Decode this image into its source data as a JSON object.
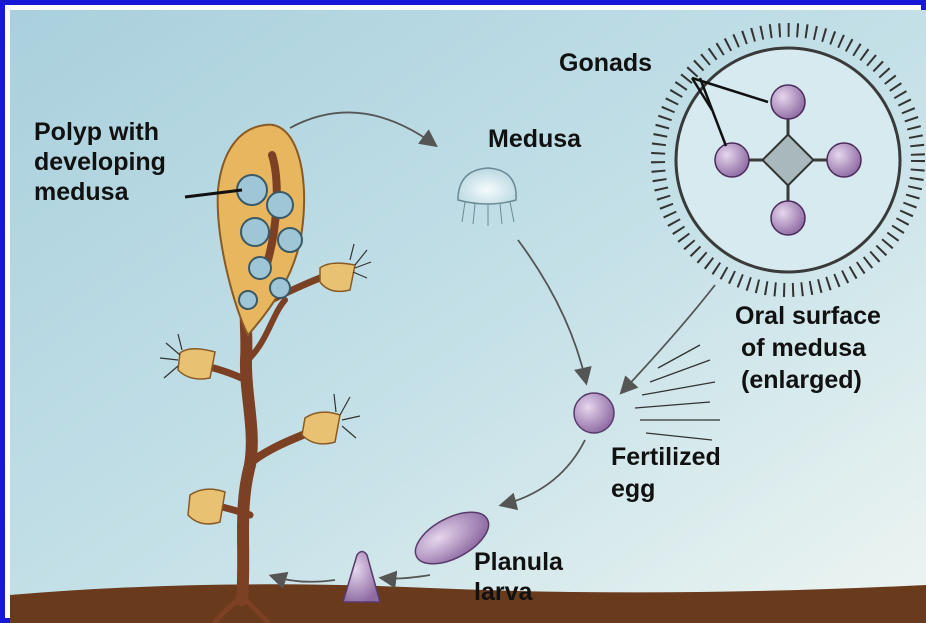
{
  "diagram": {
    "labels": {
      "polyp_line1": "Polyp with",
      "polyp_line2": "developing",
      "polyp_line3": "medusa",
      "medusa": "Medusa",
      "gonads": "Gonads",
      "oral_line1": "Oral surface",
      "oral_line2": "of medusa",
      "oral_line3": "(enlarged)",
      "egg_line1": "Fertilized",
      "egg_line2": "egg",
      "planula_line1": "Planula",
      "planula_line2": "larva"
    },
    "colors": {
      "border": "#1818d8",
      "water": "#bcdde6",
      "ground": "#6a3a1c",
      "stalk": "#8a4a2a",
      "polyp": "#e8b65e",
      "purple": "#a689b6"
    }
  }
}
